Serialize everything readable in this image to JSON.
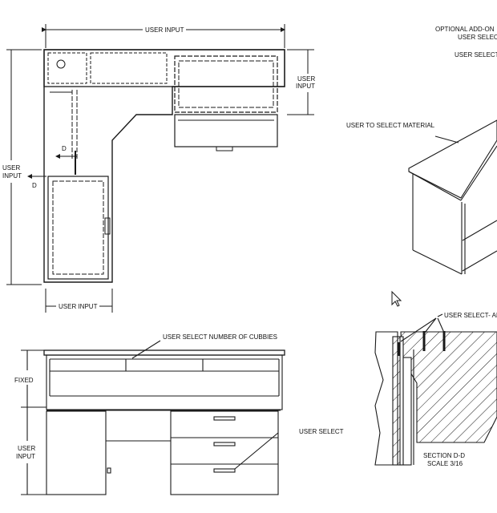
{
  "colors": {
    "line": "#1a1a1a",
    "background": "#ffffff"
  },
  "plan": {
    "dim_top": "USER INPUT",
    "dim_right_1": "USER",
    "dim_right_2": "INPUT",
    "dim_left_1": "USER",
    "dim_left_2": "INPUT",
    "dim_bottom": "USER INPUT",
    "section_marker_top": "D",
    "section_marker_bottom": "D"
  },
  "iso": {
    "optional_1": "OPTIONAL ADD-ON",
    "optional_2": "USER SELEC",
    "user_select_top": "USER SELECT",
    "material_callout": "USER TO SELECT MATERIAL"
  },
  "elevation": {
    "cubbies_callout": "USER SELECT NUMBER OF CUBBIES",
    "fixed_label": "FIXED",
    "user_input_1": "USER",
    "user_input_2": "INPUT",
    "drawer_callout": "USER SELECT"
  },
  "section": {
    "callout": "USER SELECT- AI",
    "title": "SECTION D-D",
    "scale": "SCALE 3/16"
  },
  "cursor_icon": "pointer-cursor-icon"
}
